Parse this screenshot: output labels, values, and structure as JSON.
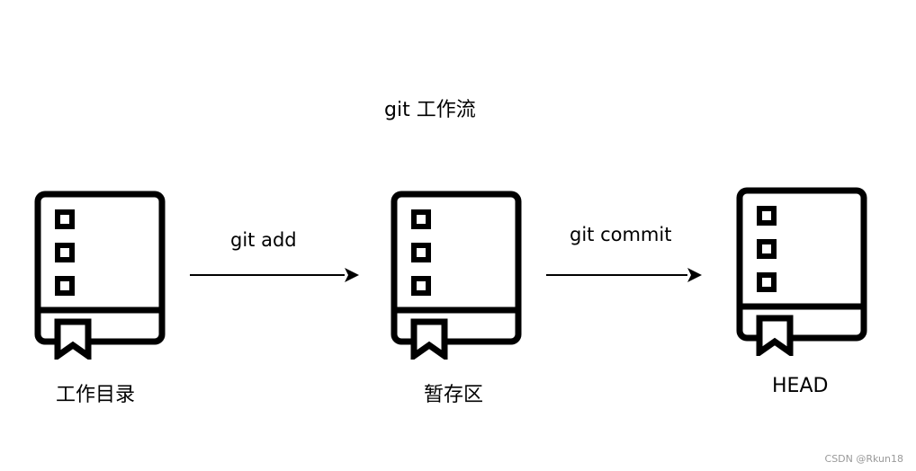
{
  "title": "git 工作流",
  "nodes": [
    {
      "label": "工作目录",
      "icon": "book-icon"
    },
    {
      "label": "暂存区",
      "icon": "book-icon"
    },
    {
      "label": "HEAD",
      "icon": "book-icon"
    }
  ],
  "edges": [
    {
      "from": "工作目录",
      "to": "暂存区",
      "label": "git add"
    },
    {
      "from": "暂存区",
      "to": "HEAD",
      "label": "git commit"
    }
  ],
  "watermark": "CSDN @Rkun18"
}
